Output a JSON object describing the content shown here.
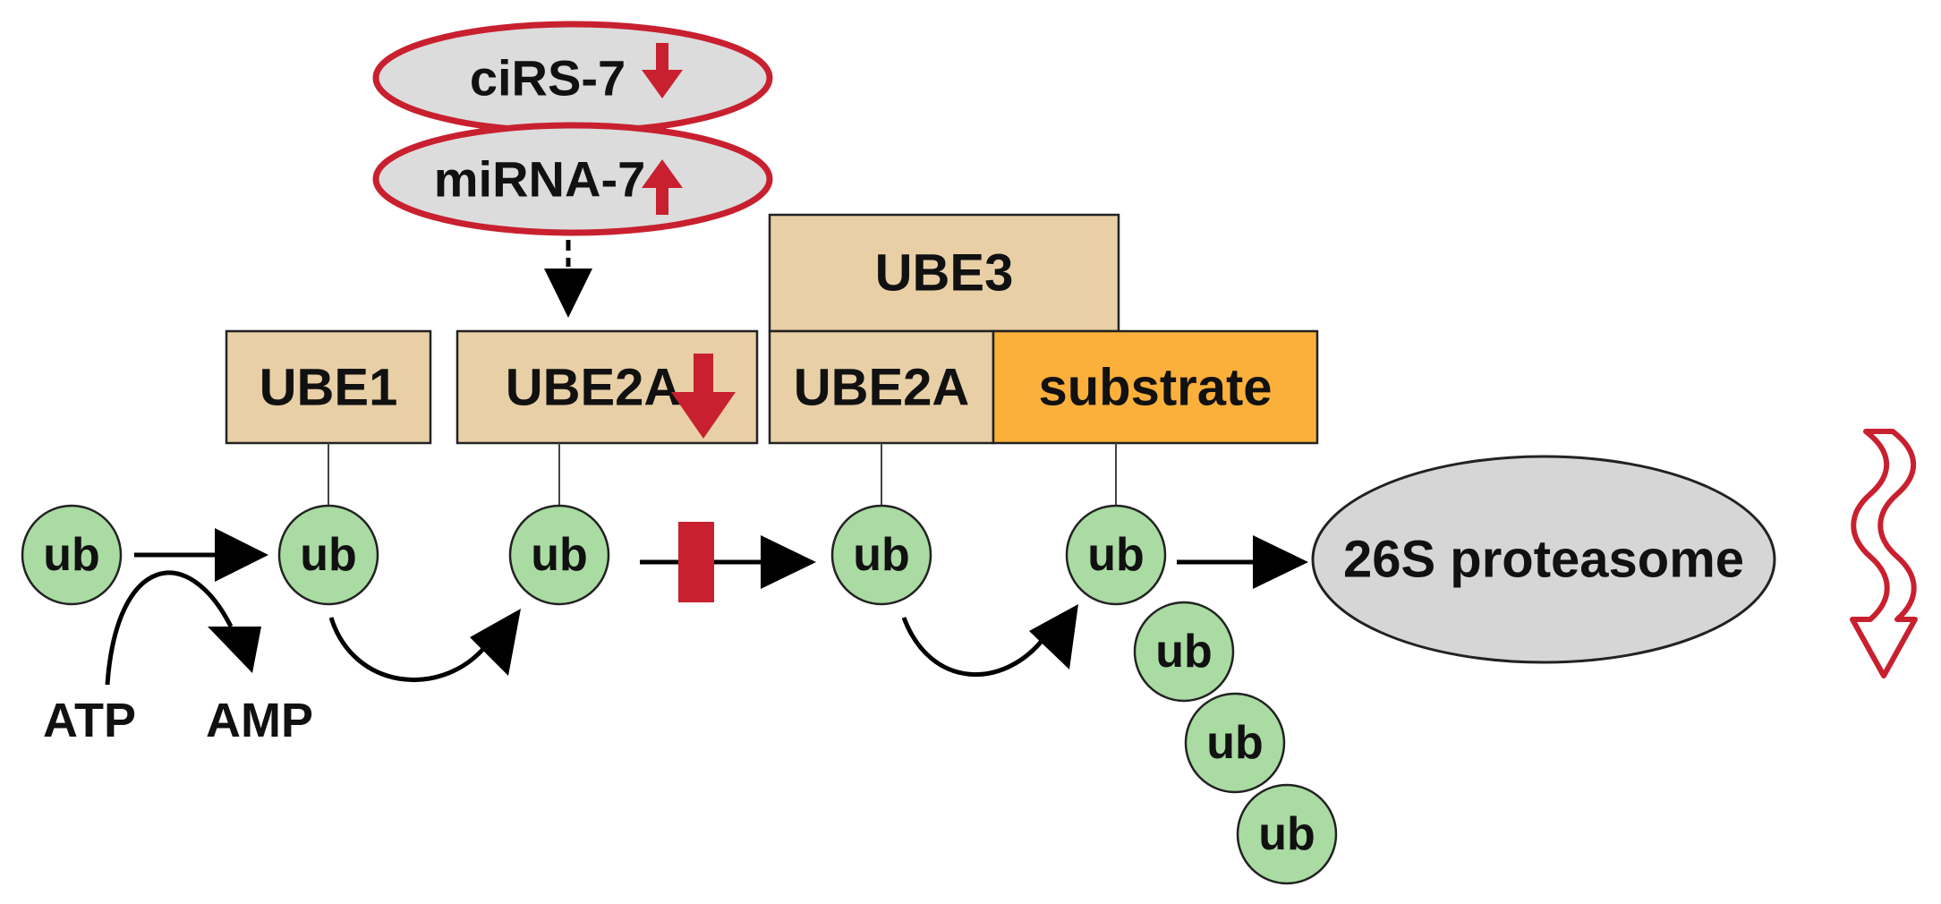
{
  "colors": {
    "enzyme_fill": "#e8cfa6",
    "substrate_fill": "#fbb03b",
    "ub_fill": "#a9dba2",
    "mol_fill": "#dcdcdc",
    "highlight_red": "#c8202f",
    "proteasome_fill": "#d6d6d6"
  },
  "molecules": {
    "circrna": "ciRS-7",
    "mirna": "miRNA-7"
  },
  "enzymes": {
    "e1": "UBE1",
    "e2": "UBE2A",
    "e3": "UBE3",
    "e2_in_complex": "UBE2A",
    "substrate": "substrate"
  },
  "ubiquitin": {
    "label": "ub"
  },
  "cofactors": {
    "atp": "ATP",
    "amp": "AMP"
  },
  "proteasome": {
    "label": "26S proteasome"
  },
  "regulation": {
    "circrna": "down",
    "mirna": "up",
    "ube2a": "down",
    "transfer": "inhibited"
  },
  "icons": {
    "down_arrow": "red-down-arrow-icon",
    "up_arrow": "red-up-arrow-icon",
    "inhibition_bar": "inhibition-bar-icon",
    "degradation": "wavy-degradation-arrow-icon"
  }
}
